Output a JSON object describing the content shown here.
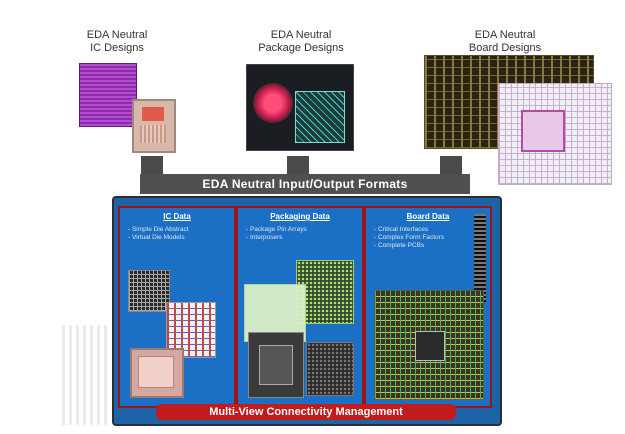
{
  "top": {
    "ic": {
      "line1": "EDA Neutral",
      "line2": "IC Designs"
    },
    "package": {
      "line1": "EDA Neutral",
      "line2": "Package Designs"
    },
    "board": {
      "line1": "EDA Neutral",
      "line2": "Board Designs"
    }
  },
  "banner": {
    "label": "EDA Neutral Input/Output Formats"
  },
  "panels": {
    "ic": {
      "title": "IC Data",
      "items": [
        "- Simple Die Abstract",
        "- Virtual Die Models"
      ]
    },
    "packaging": {
      "title": "Packaging Data",
      "items": [
        "- Package Pin Arrays",
        "- Interposers"
      ]
    },
    "board": {
      "title": "Board Data",
      "items": [
        "- Critical Interfaces",
        "- Complex Form Factors",
        "- Complete PCBs"
      ]
    }
  },
  "footer": {
    "label": "Multi-View Connectivity Management"
  },
  "colors": {
    "frame": "#1e63a8",
    "banner": "#505050",
    "footer": "#c11b1b",
    "panel_border": "#9a1515"
  }
}
